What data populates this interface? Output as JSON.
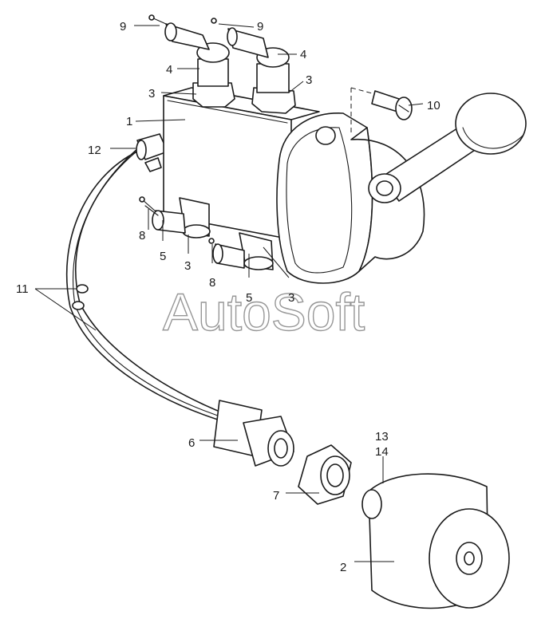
{
  "watermark": "AutoSoft",
  "labels": {
    "l1": "1",
    "l2": "2",
    "l3a": "3",
    "l3b": "3",
    "l3c": "3",
    "l3d": "3",
    "l4a": "4",
    "l4b": "4",
    "l5a": "5",
    "l5b": "5",
    "l6": "6",
    "l7": "7",
    "l8a": "8",
    "l8b": "8",
    "l9a": "9",
    "l9b": "9",
    "l10": "10",
    "l11": "11",
    "l12": "12",
    "l13": "13",
    "l14": "14"
  }
}
